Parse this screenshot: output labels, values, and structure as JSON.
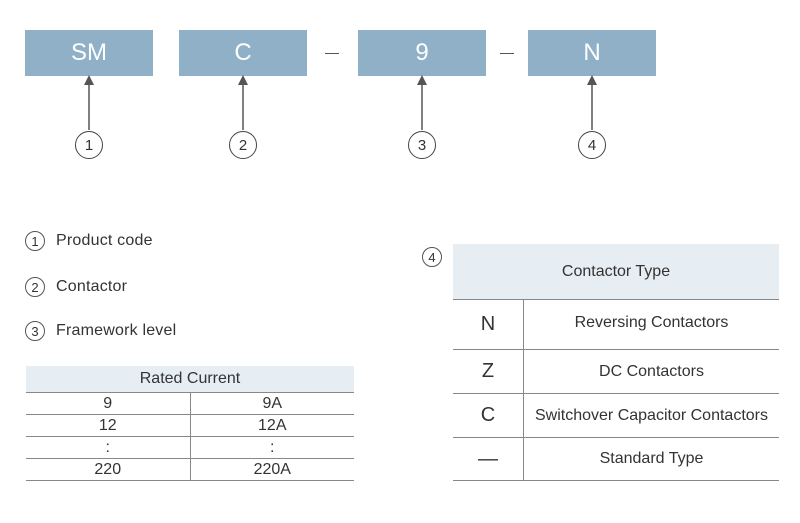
{
  "code_segments": [
    {
      "label": "SM",
      "index": "1"
    },
    {
      "label": "C",
      "index": "2"
    },
    {
      "label": "9",
      "index": "3"
    },
    {
      "label": "N",
      "index": "4"
    }
  ],
  "legend": [
    {
      "index": "1",
      "label": "Product code"
    },
    {
      "index": "2",
      "label": "Contactor"
    },
    {
      "index": "3",
      "label": "Framework level"
    }
  ],
  "rated_current": {
    "title": "Rated Current",
    "rows": [
      [
        "9",
        "9A"
      ],
      [
        "12",
        "12A"
      ],
      [
        ":",
        ":"
      ],
      [
        "220",
        "220A"
      ]
    ]
  },
  "contactor_type": {
    "index": "4",
    "title": "Contactor Type",
    "rows": [
      {
        "code": "N",
        "description": "Reversing Contactors"
      },
      {
        "code": "Z",
        "description": "DC Contactors"
      },
      {
        "code": "C",
        "description": "Switchover Capacitor Contactors"
      },
      {
        "code": "—",
        "description": "Standard Type"
      }
    ]
  },
  "colors": {
    "box_fill": "#8fb0c6",
    "table_header_fill": "#e6edf3",
    "line": "#888888"
  }
}
